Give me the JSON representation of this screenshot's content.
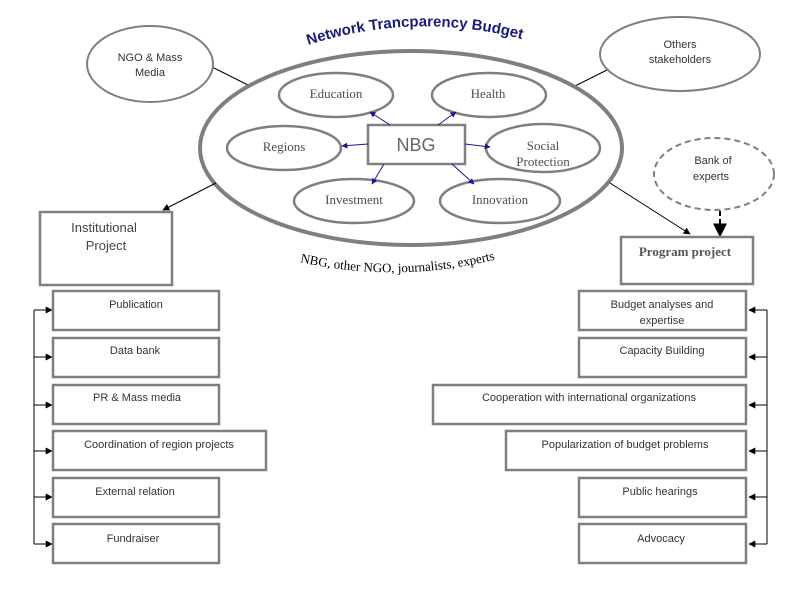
{
  "title": "Network Trancparency Budget",
  "subtitle": "NBG, other NGO, journalists, experts",
  "center": "NBG",
  "satellites": {
    "education": "Education",
    "health": "Health",
    "regions": "Regions",
    "social_line1": "Social",
    "social_line2": "Protection",
    "investment": "Investment",
    "innovation": "Innovation"
  },
  "ngo_line1": "NGO & Mass",
  "ngo_line2": "Media",
  "others_line1": "Others",
  "others_line2": "stakeholders",
  "experts_line1": "Bank of",
  "experts_line2": "experts",
  "institutional_line1": "Institutional",
  "institutional_line2": "Project",
  "program": "Program project",
  "left_items": {
    "publication": "Publication",
    "data_bank": "Data bank",
    "pr": "PR & Mass media",
    "coordination": "Coordination of region projects",
    "external": "External relation",
    "fundraiser": "Fundraiser"
  },
  "right_items": {
    "budget_line1": "Budget analyses and",
    "budget_line2": "expertise",
    "capacity": "Capacity Building",
    "cooperation": "Cooperation with international organizations",
    "popularization": "Popularization of budget problems",
    "hearings": "Public hearings",
    "advocacy": "Advocacy"
  },
  "colors": {
    "frame": "#7f7f7f",
    "text": "#333333",
    "title": "#1a1a7a",
    "arrow_center": "#1a1a8c",
    "line": "#000000"
  }
}
